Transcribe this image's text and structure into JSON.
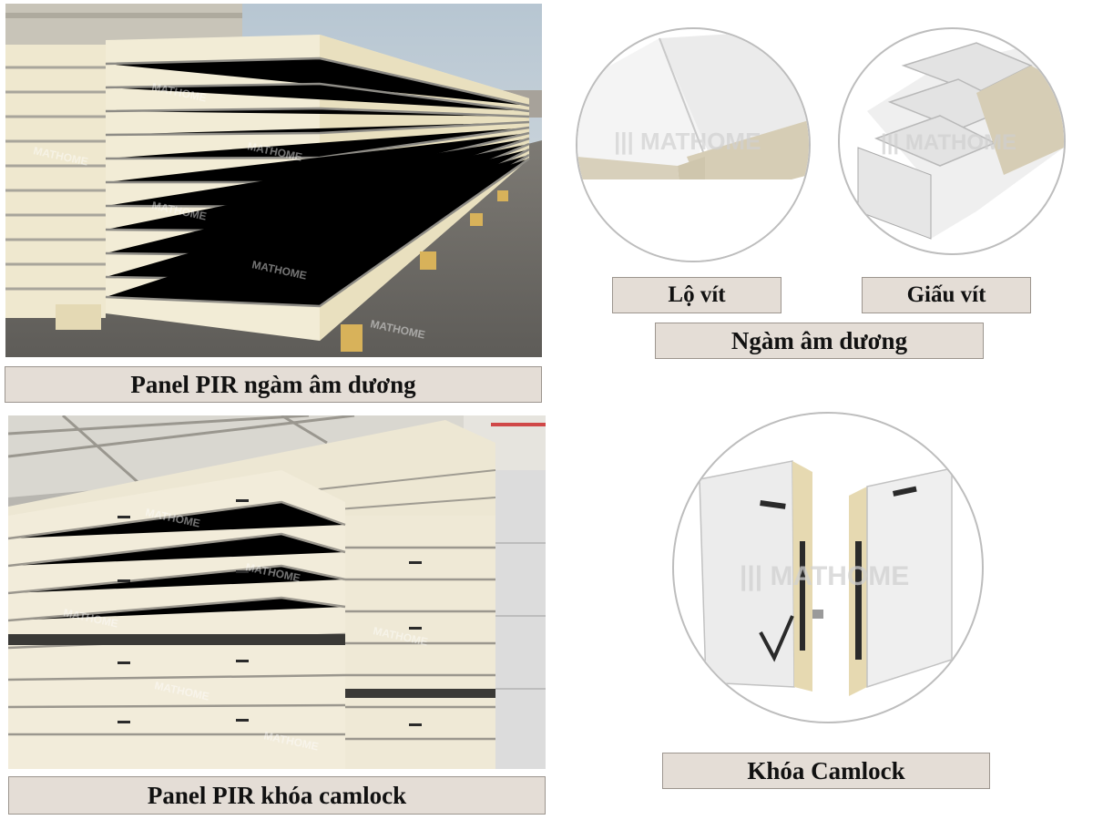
{
  "panels": {
    "top_left": {
      "caption": "Panel PIR ngàm âm dương",
      "alt": "stacked-pir-panels-outdoor",
      "watermark": "MATHOME"
    },
    "bottom_left": {
      "caption": "Panel PIR khóa camlock",
      "alt": "stacked-pir-panels-warehouse",
      "watermark": "MATHOME"
    },
    "top_right": {
      "circle_left_label": "Lộ vít",
      "circle_right_label": "Giấu vít",
      "group_label": "Ngàm âm dương",
      "watermark": "MATHOME"
    },
    "bottom_right": {
      "caption": "Khóa Camlock",
      "watermark": "MATHOME"
    }
  },
  "colors": {
    "caption_bg": "#e4ddd6",
    "caption_border": "#9c958e",
    "panel_face": "#f1ead4",
    "panel_core": "#e8dcae",
    "sky": "#c9d3da",
    "ground": "#6f6d68"
  }
}
